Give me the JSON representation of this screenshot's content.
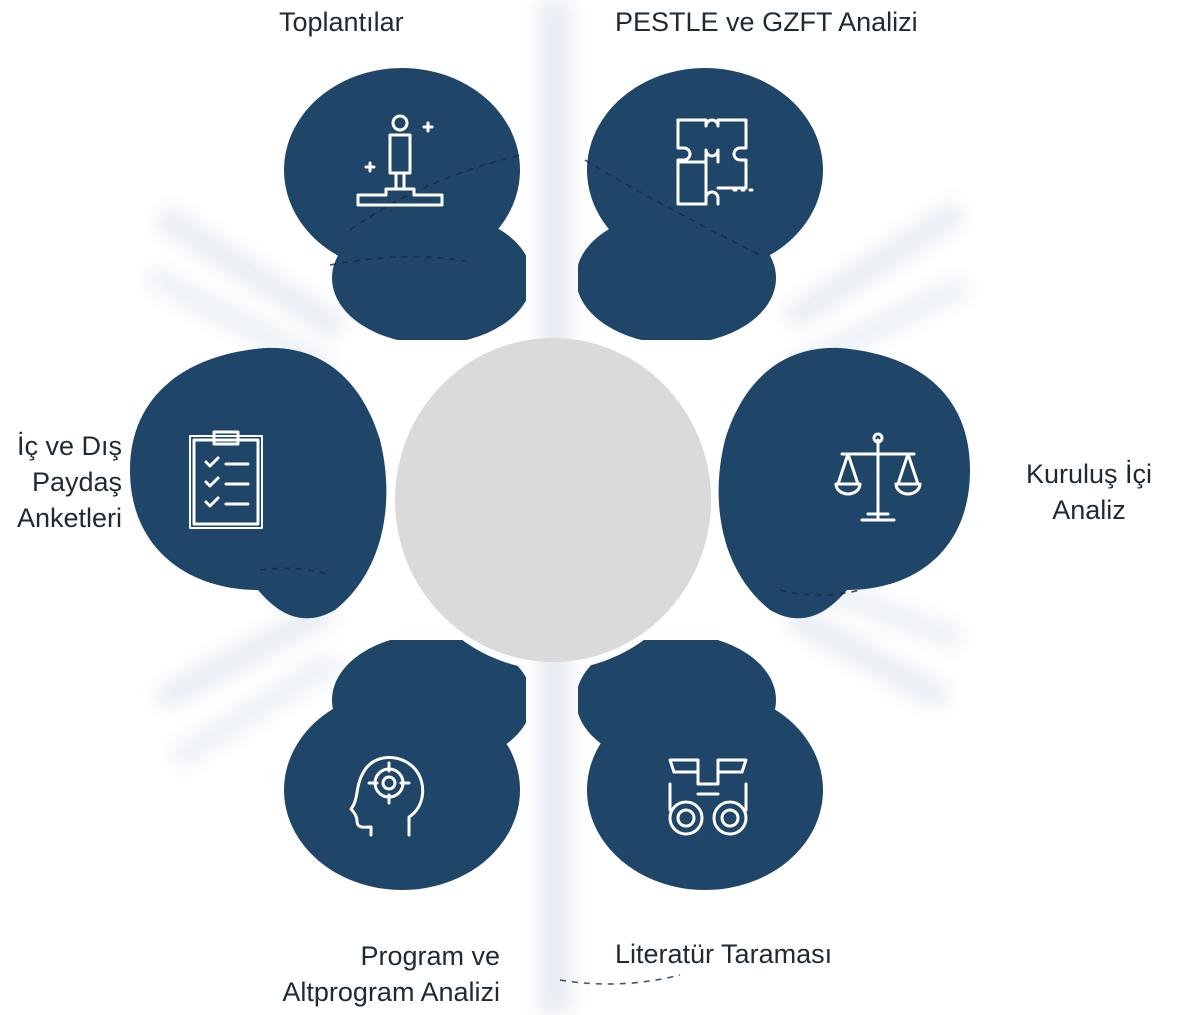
{
  "diagram": {
    "type": "radial-process",
    "colors": {
      "petal": "#1f4569",
      "center": "#dadada",
      "rays": "#e6ebf3",
      "text": "#1f2a33",
      "icon": "#ffffff"
    },
    "center_label": "",
    "nodes": [
      {
        "id": "toplantilar",
        "lines": [
          "Toplantılar"
        ],
        "icon": "person-on-podium-icon"
      },
      {
        "id": "pestle",
        "lines": [
          "PESTLE ve GZFT Analizi"
        ],
        "icon": "puzzle-icon"
      },
      {
        "id": "kurulus",
        "lines": [
          "Kuruluş İçi",
          "Analiz"
        ],
        "icon": "scales-icon"
      },
      {
        "id": "literatur",
        "lines": [
          "Literatür Taraması"
        ],
        "icon": "binoculars-icon"
      },
      {
        "id": "program",
        "lines": [
          "Program ve",
          "Altprogram Analizi"
        ],
        "icon": "head-target-icon"
      },
      {
        "id": "anket",
        "lines": [
          "İç ve Dış",
          "Paydaş",
          "Anketleri"
        ],
        "icon": "clipboard-checklist-icon"
      }
    ]
  }
}
